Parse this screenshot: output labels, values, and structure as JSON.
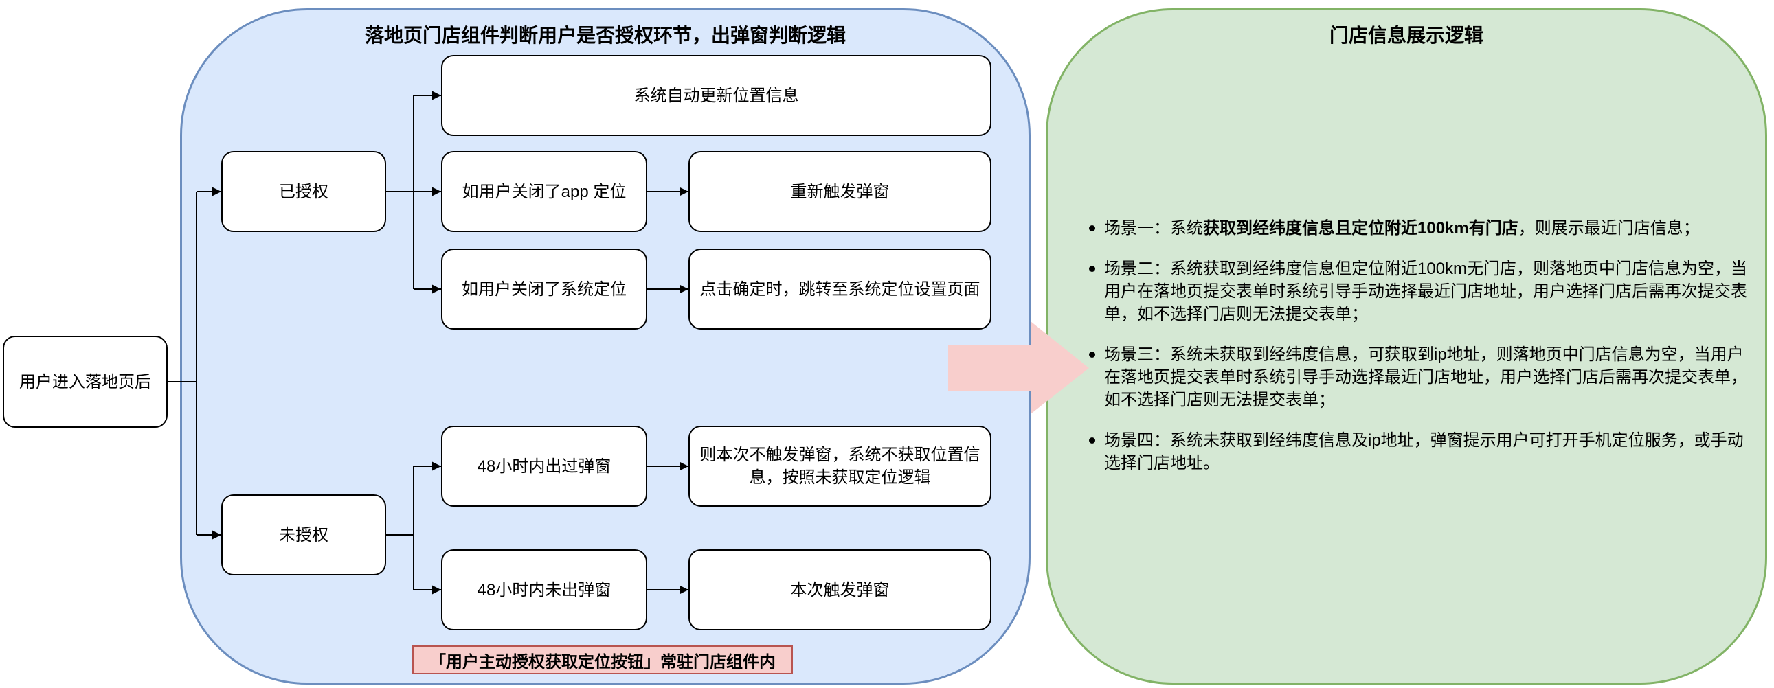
{
  "colors": {
    "blue_panel_fill": "#dae8fc",
    "blue_panel_stroke": "#6c8ebf",
    "green_panel_fill": "#d5e8d4",
    "green_panel_stroke": "#82b366",
    "pink_fill": "#f8cecc",
    "pink_stroke": "#b85450",
    "node_fill": "#ffffff",
    "node_stroke": "#000000"
  },
  "left_panel": {
    "title": "落地页门店组件判断用户是否授权环节，出弹窗判断逻辑",
    "footnote": "「用户主动授权获取定位按钮」常驻门店组件内",
    "nodes": {
      "entry": "用户进入落地页后",
      "authorized": "已授权",
      "unauthorized": "未授权",
      "auto_update": "系统自动更新位置信息",
      "app_location_off": "如用户关闭了app 定位",
      "retrigger_popup": "重新触发弹窗",
      "system_location_off": "如用户关闭了系统定位",
      "jump_to_settings": "点击确定时，跳转至系统定位设置页面",
      "popup_shown_48h": "48小时内出过弹窗",
      "no_popup_this_time": "则本次不触发弹窗，系统不获取位置信息，按照未获取定位逻辑",
      "popup_not_shown_48h": "48小时内未出弹窗",
      "trigger_popup": "本次触发弹窗"
    }
  },
  "right_panel": {
    "title": "门店信息展示逻辑",
    "scenarios": [
      {
        "segments": [
          {
            "text": "场景一：系统",
            "bold": false
          },
          {
            "text": "获取到经纬度信息且定位附近100km有门店",
            "bold": true
          },
          {
            "text": "，则展示最近门店信息；",
            "bold": false
          }
        ]
      },
      {
        "segments": [
          {
            "text": "场景二：系统获取到经纬度信息但定位附近100km无门店，则落地页中门店信息为空，当用户在落地页提交表单时系统引导手动选择最近门店地址，用户选择门店后需再次提交表单，如不选择门店则无法提交表单；",
            "bold": false
          }
        ]
      },
      {
        "segments": [
          {
            "text": "场景三：系统未获取到经纬度信息，可获取到ip地址，则落地页中门店信息为空，当用户在落地页提交表单时系统引导手动选择最近门店地址，用户选择门店后需再次提交表单，如不选择门店则无法提交表单；",
            "bold": false
          }
        ]
      },
      {
        "segments": [
          {
            "text": "场景四：系统未获取到经纬度信息及ip地址，弹窗提示用户可打开手机定位服务，或手动选择门店地址。",
            "bold": false
          }
        ]
      }
    ]
  }
}
